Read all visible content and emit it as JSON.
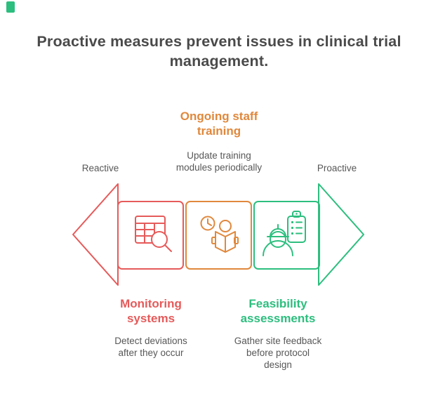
{
  "colors": {
    "red": "#E65A5A",
    "orange": "#E0883C",
    "green": "#2CBE7E",
    "title_text": "#4A4A4A",
    "body_text": "#575757"
  },
  "title": "Proactive measures prevent issues in clinical trial\nmanagement.",
  "spectrum": {
    "left_label": "Reactive",
    "right_label": "Proactive"
  },
  "sections": {
    "training": {
      "heading": "Ongoing staff\ntraining",
      "description": "Update training\nmodules periodically",
      "icon": "reading-book-clock-icon",
      "color": "#E0883C"
    },
    "monitoring": {
      "heading": "Monitoring\nsystems",
      "description": "Detect deviations\nafter they occur",
      "icon": "table-magnifier-icon",
      "color": "#E65A5A"
    },
    "feasibility": {
      "heading": "Feasibility\nassessments",
      "description": "Gather site feedback\nbefore protocol\ndesign",
      "icon": "worker-checklist-icon",
      "color": "#2CBE7E"
    }
  }
}
